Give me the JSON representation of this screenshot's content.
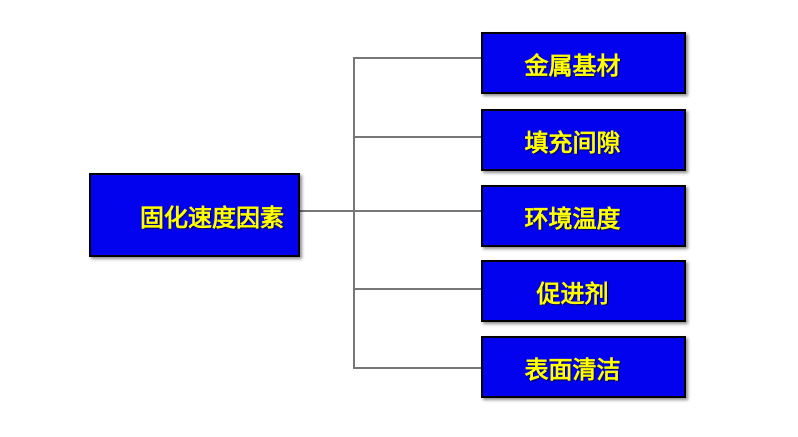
{
  "diagram": {
    "root": {
      "label": "固化速度因素"
    },
    "children": [
      {
        "label": "金属基材"
      },
      {
        "label": "填充间隙"
      },
      {
        "label": "环境温度"
      },
      {
        "label": "促进剂"
      },
      {
        "label": "表面清洁"
      }
    ],
    "colors": {
      "box_fill": "#0202ee",
      "box_border": "#000000",
      "text": "#ffff00",
      "connector": "#777777",
      "background": "#ffffff"
    }
  }
}
